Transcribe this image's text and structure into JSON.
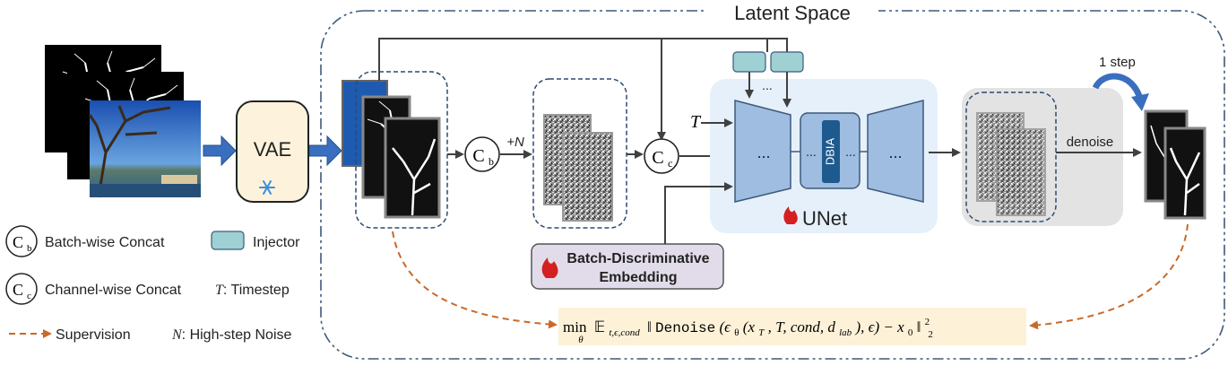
{
  "title": "Latent Space",
  "vae": {
    "label": "VAE"
  },
  "concat": {
    "batch_symbol": "C",
    "batch_sub": "b",
    "channel_symbol": "C",
    "channel_sub": "c",
    "noise_label": "+N"
  },
  "unet": {
    "label": "UNet",
    "ellipsis": "...",
    "dbia": "DBIA",
    "timestep": "T"
  },
  "injector_ellipsis": "...",
  "embedding": {
    "line1": "Batch-Discriminative",
    "line2": "Embedding"
  },
  "denoise": {
    "label": "denoise",
    "step": "1 step"
  },
  "legend": {
    "batch": "Batch-wise Concat",
    "channel": "Channel-wise Concat",
    "injector": "Injector",
    "timestep_sym": "T",
    "timestep": ": Timestep",
    "supervision": "Supervision",
    "noise_sym": "N",
    "noise": ": High-step Noise"
  },
  "formula": {
    "min": "min",
    "min_sub": "θ",
    "expect": "𝔼",
    "expect_sub": "t,ϵ,cond",
    "body_pre": "‖",
    "func": "Denoise",
    "body": " (ϵ",
    "body_sub": "θ",
    "args": "(x",
    "args_sub": "T",
    "args_rest": ", T, cond, d",
    "lab_sub": "lab",
    "tail": "), ϵ) − x",
    "x0_sub": "0",
    "norm": "‖",
    "sup": "2",
    "sub": "2"
  },
  "colors": {
    "unet_bg": "#e6f0fb",
    "unet_block": "#9ebde0",
    "dbia": "#1e5a8e",
    "injector": "#9ed0d4",
    "vae": "#fdf3dc",
    "embedding": "#e2dcea",
    "denoise_bg": "#e3e3e3",
    "formula_bg": "#fdf2d8",
    "arrow_blue": "#3a6fc0",
    "supervision": "#c8692a",
    "fire": "#d42020"
  }
}
